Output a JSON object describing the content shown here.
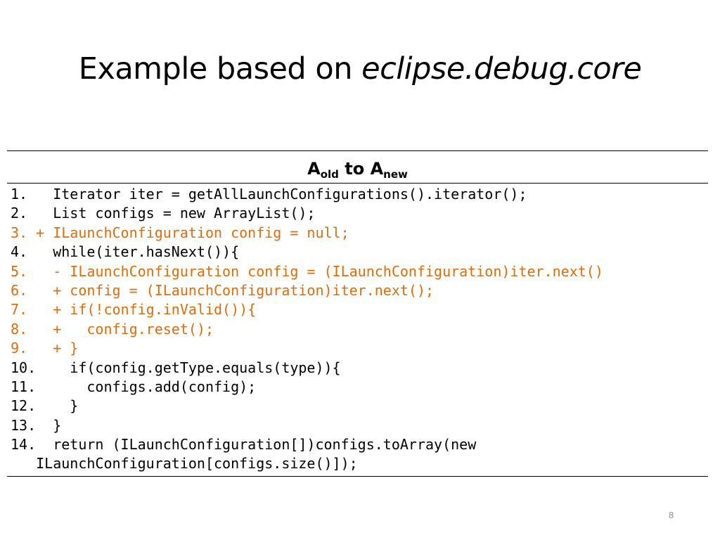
{
  "slide": {
    "title_prefix": "Example based on ",
    "title_emphasis": "eclipse.debug.core",
    "page_number": "8"
  },
  "table": {
    "header": {
      "a1": "A",
      "sub1": "old",
      "middle": " to A",
      "sub2": "new"
    },
    "lines": [
      "1.   Iterator iter = getAllLaunchConfigurations().iterator();",
      "2.   List configs = new ArrayList();",
      "3. + ILaunchConfiguration config = null;",
      "4.   while(iter.hasNext()){",
      "5.   - ILaunchConfiguration config = (ILaunchConfiguration)iter.next()",
      "6.   + config = (ILaunchConfiguration)iter.next();",
      "7.   + if(!config.inValid()){",
      "8.   +   config.reset();",
      "9.   + }",
      "10.    if(config.getType.equals(type)){",
      "11.      configs.add(config);",
      "12.    }",
      "13.  }",
      "14.  return (ILaunchConfiguration[])configs.toArray(new",
      "   ILaunchConfiguration[configs.size()]);"
    ]
  },
  "colors": {
    "changed_line": "#e36c09",
    "text": "#000000",
    "page_number": "#8c8c8c"
  }
}
